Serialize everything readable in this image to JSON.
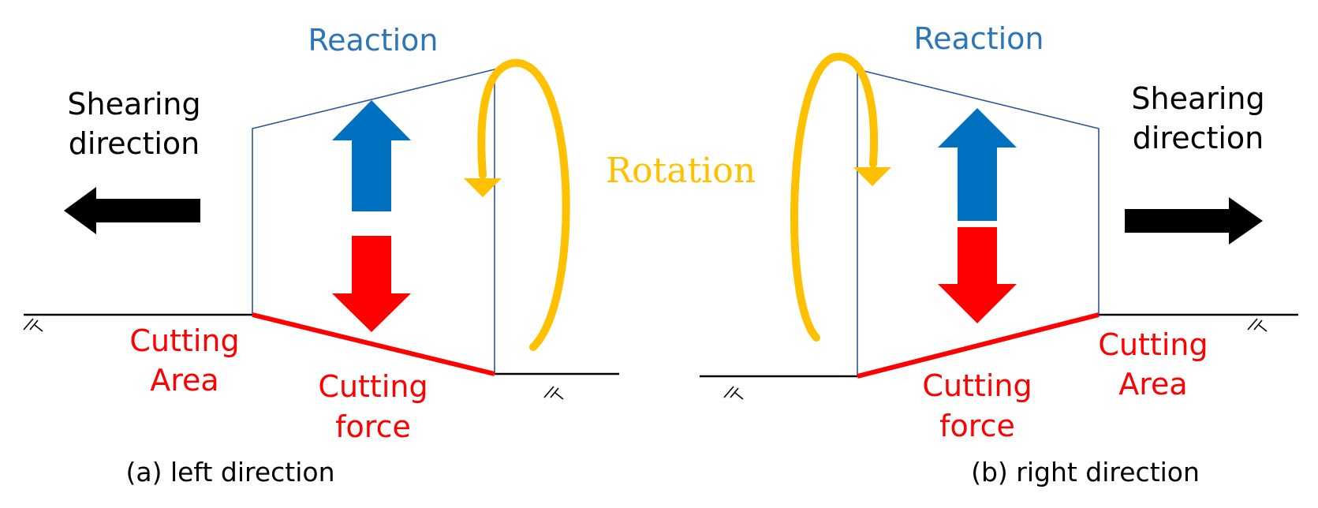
{
  "colors": {
    "reaction": "#2e75b6",
    "reaction_arrow": "#0070c0",
    "cutting": "#ff0000",
    "rotation": "#ffc000",
    "text": "#000000",
    "outline": "#2f5597"
  },
  "labels": {
    "rotation": "Rotation",
    "left": {
      "reaction": "Reaction",
      "shearing_line1": "Shearing",
      "shearing_line2": "direction",
      "cutting_area_line1": "Cutting",
      "cutting_area_line2": "Area",
      "cutting_force_line1": "Cutting",
      "cutting_force_line2": "force",
      "caption": "(a) left direction"
    },
    "right": {
      "reaction": "Reaction",
      "shearing_line1": "Shearing",
      "shearing_line2": "direction",
      "cutting_area_line1": "Cutting",
      "cutting_area_line2": "Area",
      "cutting_force_line1": "Cutting",
      "cutting_force_line2": "force",
      "caption": "(b) right direction"
    }
  }
}
